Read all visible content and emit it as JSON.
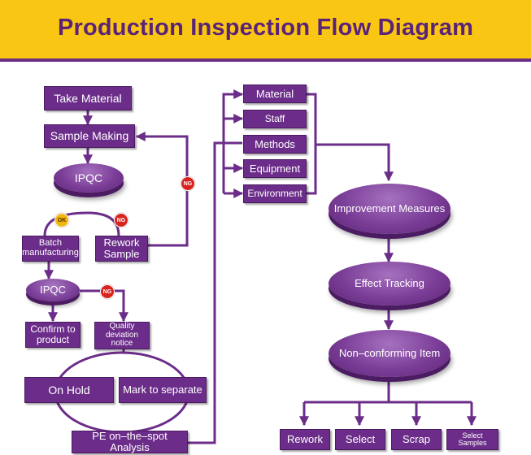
{
  "title": "Production Inspection Flow Diagram",
  "left": {
    "take_material": "Take Material",
    "sample_making": "Sample Making",
    "ipqc_1": "IPQC",
    "batch_manufacturing": [
      "Batch",
      "manufacturing"
    ],
    "rework_sample": [
      "Rework",
      "Sample"
    ],
    "ipqc_2": "IPQC",
    "confirm_to_product": [
      "Confirm to",
      "product"
    ],
    "quality_deviation_notice": [
      "Quality",
      "deviation",
      "notice"
    ],
    "on_hold": "On Hold",
    "mark_to_separate": "Mark to separate",
    "pe_analysis": "PE on–the–spot Analysis"
  },
  "factors": [
    "Material",
    "Staff",
    "Methods",
    "Equipment",
    "Environment"
  ],
  "right": {
    "improvement_measures": [
      "Improvement",
      "Measures"
    ],
    "effect_tracking": "Effect Tracking",
    "nonconforming_item": [
      "Non–conforming",
      "Item"
    ]
  },
  "dispositions": [
    "Rework",
    "Select",
    "Scrap",
    "Select Samples"
  ],
  "badges": {
    "ok": "OK",
    "ng": "NG"
  },
  "colors": {
    "header_bg": "#f9c613",
    "purple": "#6b2d89",
    "title_text": "#5b2378",
    "ng_badge": "#d8231e",
    "ok_badge": "#f1b70f"
  }
}
